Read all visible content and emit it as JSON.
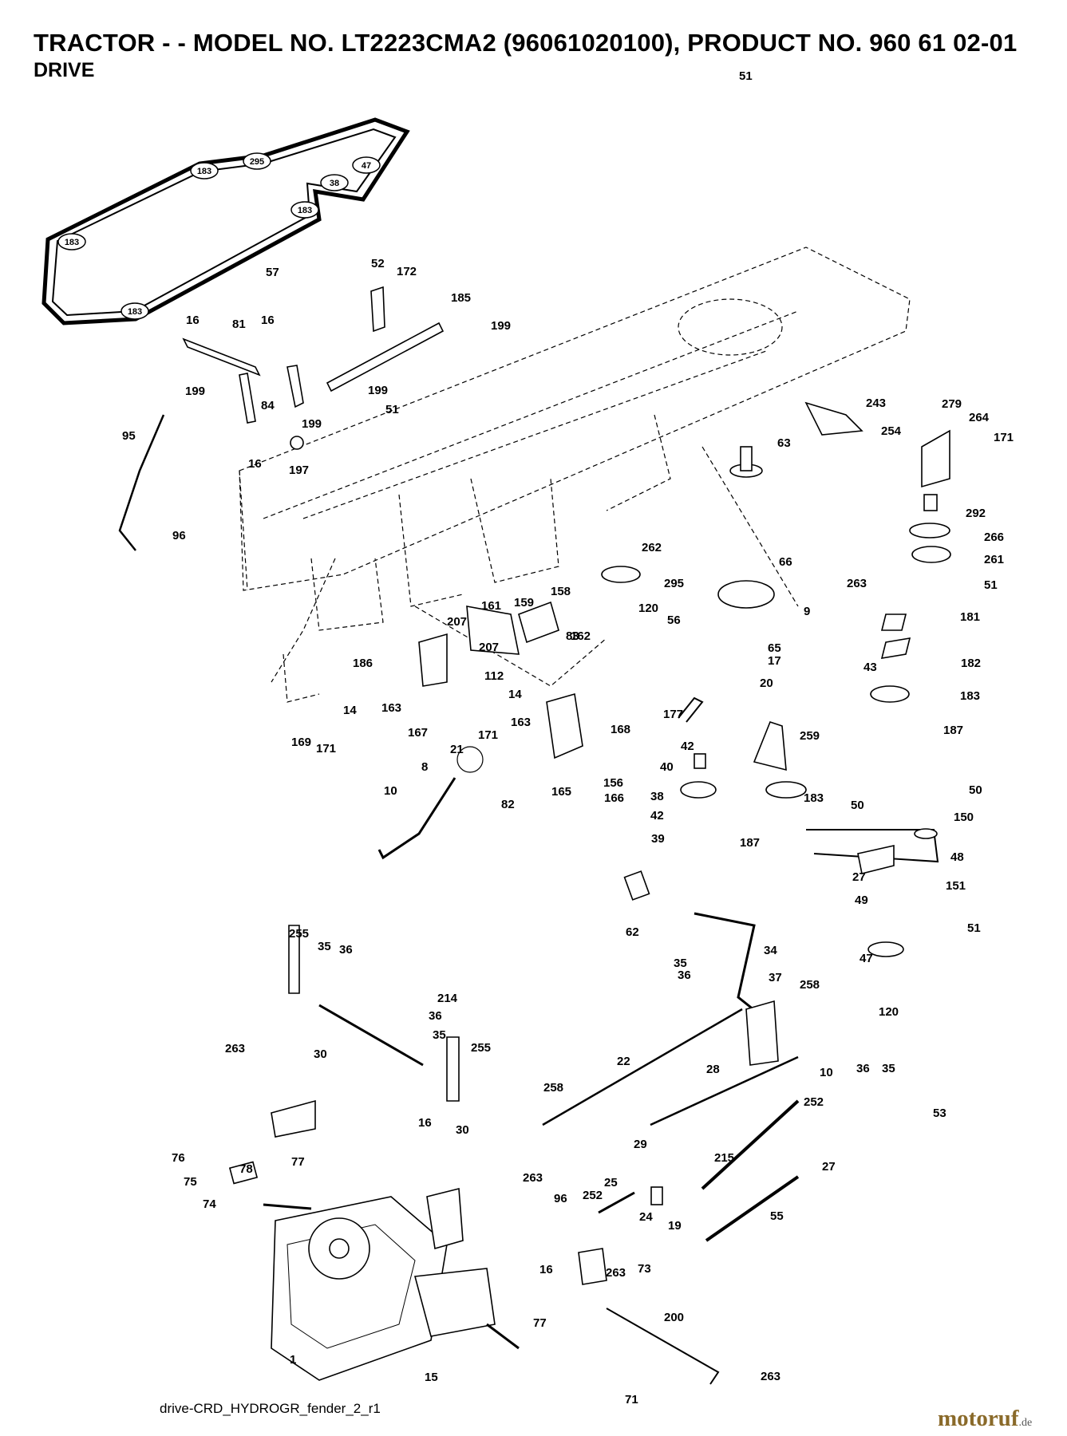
{
  "title": "TRACTOR - - MODEL NO. LT2223CMA2 (96061020100), PRODUCT NO. 960 61 02-01",
  "subtitle": "DRIVE",
  "footer": "drive-CRD_HYDROGR_fender_2_r1",
  "logo": {
    "name": "motoruf",
    "suffix": ".de"
  },
  "belt_pulley_labels": [
    "183",
    "295",
    "47",
    "38",
    "183",
    "183",
    "183"
  ],
  "callouts": [
    {
      "t": "57"
    },
    {
      "t": "52"
    },
    {
      "t": "172"
    },
    {
      "t": "185"
    },
    {
      "t": "199"
    },
    {
      "t": "51"
    },
    {
      "t": "16"
    },
    {
      "t": "81"
    },
    {
      "t": "16"
    },
    {
      "t": "199"
    },
    {
      "t": "84"
    },
    {
      "t": "199"
    },
    {
      "t": "51"
    },
    {
      "t": "199"
    },
    {
      "t": "95"
    },
    {
      "t": "16"
    },
    {
      "t": "197"
    },
    {
      "t": "96"
    },
    {
      "t": "243"
    },
    {
      "t": "254"
    },
    {
      "t": "63"
    },
    {
      "t": "279"
    },
    {
      "t": "264"
    },
    {
      "t": "171"
    },
    {
      "t": "292"
    },
    {
      "t": "266"
    },
    {
      "t": "261"
    },
    {
      "t": "51"
    },
    {
      "t": "262"
    },
    {
      "t": "66"
    },
    {
      "t": "295"
    },
    {
      "t": "120"
    },
    {
      "t": "56"
    },
    {
      "t": "9"
    },
    {
      "t": "263"
    },
    {
      "t": "181"
    },
    {
      "t": "65"
    },
    {
      "t": "17"
    },
    {
      "t": "20"
    },
    {
      "t": "182"
    },
    {
      "t": "43"
    },
    {
      "t": "183"
    },
    {
      "t": "187"
    },
    {
      "t": "158"
    },
    {
      "t": "161"
    },
    {
      "t": "159"
    },
    {
      "t": "207"
    },
    {
      "t": "162"
    },
    {
      "t": "207"
    },
    {
      "t": "186"
    },
    {
      "t": "14"
    },
    {
      "t": "163"
    },
    {
      "t": "112"
    },
    {
      "t": "14"
    },
    {
      "t": "83"
    },
    {
      "t": "163"
    },
    {
      "t": "167"
    },
    {
      "t": "171"
    },
    {
      "t": "169"
    },
    {
      "t": "171"
    },
    {
      "t": "177"
    },
    {
      "t": "42"
    },
    {
      "t": "40"
    },
    {
      "t": "38"
    },
    {
      "t": "42"
    },
    {
      "t": "39"
    },
    {
      "t": "259"
    },
    {
      "t": "183"
    },
    {
      "t": "187"
    },
    {
      "t": "21"
    },
    {
      "t": "168"
    },
    {
      "t": "156"
    },
    {
      "t": "166"
    },
    {
      "t": "165"
    },
    {
      "t": "82"
    },
    {
      "t": "10"
    },
    {
      "t": "8"
    },
    {
      "t": "50"
    },
    {
      "t": "50"
    },
    {
      "t": "150"
    },
    {
      "t": "48"
    },
    {
      "t": "27"
    },
    {
      "t": "151"
    },
    {
      "t": "49"
    },
    {
      "t": "51"
    },
    {
      "t": "47"
    },
    {
      "t": "120"
    },
    {
      "t": "62"
    },
    {
      "t": "35"
    },
    {
      "t": "36"
    },
    {
      "t": "34"
    },
    {
      "t": "37"
    },
    {
      "t": "258"
    },
    {
      "t": "255"
    },
    {
      "t": "35"
    },
    {
      "t": "36"
    },
    {
      "t": "214"
    },
    {
      "t": "36"
    },
    {
      "t": "35"
    },
    {
      "t": "255"
    },
    {
      "t": "22"
    },
    {
      "t": "28"
    },
    {
      "t": "36"
    },
    {
      "t": "35"
    },
    {
      "t": "10"
    },
    {
      "t": "263"
    },
    {
      "t": "30"
    },
    {
      "t": "258"
    },
    {
      "t": "29"
    },
    {
      "t": "252"
    },
    {
      "t": "53"
    },
    {
      "t": "16"
    },
    {
      "t": "30"
    },
    {
      "t": "76"
    },
    {
      "t": "78"
    },
    {
      "t": "75"
    },
    {
      "t": "77"
    },
    {
      "t": "74"
    },
    {
      "t": "263"
    },
    {
      "t": "215"
    },
    {
      "t": "27"
    },
    {
      "t": "96"
    },
    {
      "t": "252"
    },
    {
      "t": "25"
    },
    {
      "t": "24"
    },
    {
      "t": "19"
    },
    {
      "t": "55"
    },
    {
      "t": "263"
    },
    {
      "t": "73"
    },
    {
      "t": "16"
    },
    {
      "t": "77"
    },
    {
      "t": "200"
    },
    {
      "t": "1"
    },
    {
      "t": "15"
    },
    {
      "t": "71"
    },
    {
      "t": "263"
    }
  ]
}
